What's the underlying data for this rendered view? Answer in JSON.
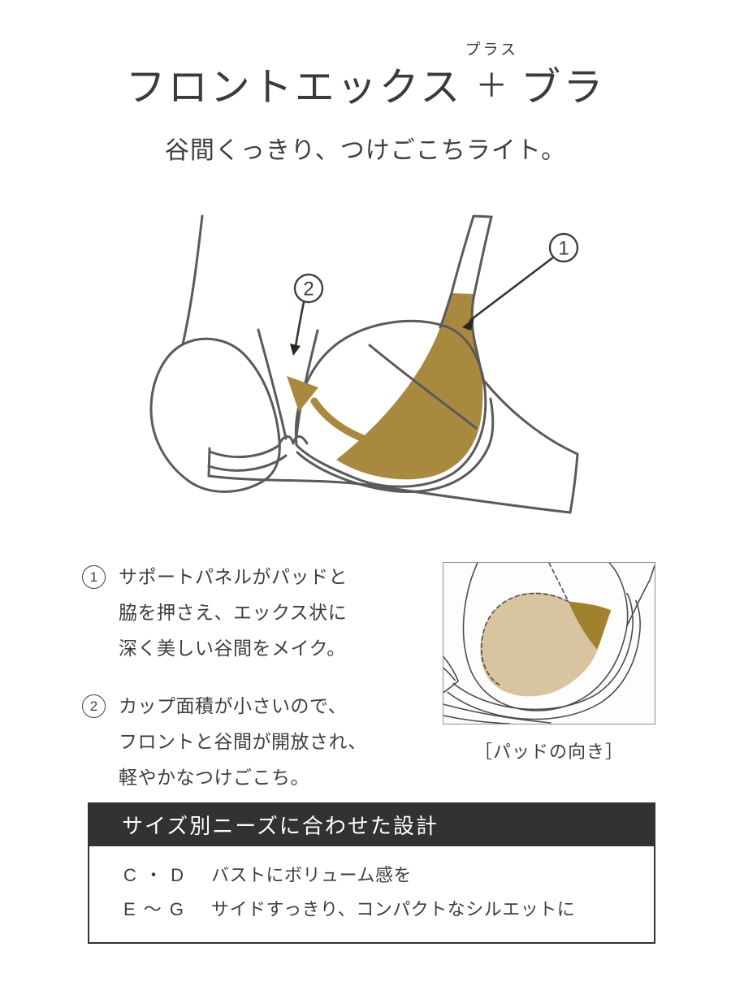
{
  "page": {
    "background": "#ffffff",
    "text_color": "#3e3e3e"
  },
  "colors": {
    "gold": "#a8893f",
    "gold_light": "#d8c59f",
    "gold_dark": "#a2812e",
    "line_gray": "#5a5a5a",
    "callout_ink": "#45403a",
    "header_bar_bg": "#323232",
    "header_bar_text": "#ffffff"
  },
  "title": {
    "furigana": "プラス",
    "left": "フロントエックス",
    "plus": "＋",
    "right": "ブラ",
    "subtitle": "谷間くっきり、つけごこちライト。"
  },
  "diagram": {
    "callouts": [
      {
        "number": "1"
      },
      {
        "number": "2"
      }
    ]
  },
  "features": [
    {
      "number": "1",
      "lines": [
        "サポートパネルがパッドと",
        "脇を押さえ、エックス状に",
        "深く美しい谷間をメイク。"
      ]
    },
    {
      "number": "2",
      "lines": [
        "カップ面積が小さいので、",
        "フロントと谷間が開放され、",
        "軽やかなつけごこち。"
      ]
    }
  ],
  "inset": {
    "caption": "［パッドの向き］"
  },
  "size_panel": {
    "heading": "サイズ別ニーズに合わせた設計",
    "rows": [
      {
        "range": "C ・ D",
        "description": "バストにボリューム感を"
      },
      {
        "range": "E ～ G",
        "description": "サイドすっきり、コンパクトなシルエットに"
      }
    ]
  }
}
